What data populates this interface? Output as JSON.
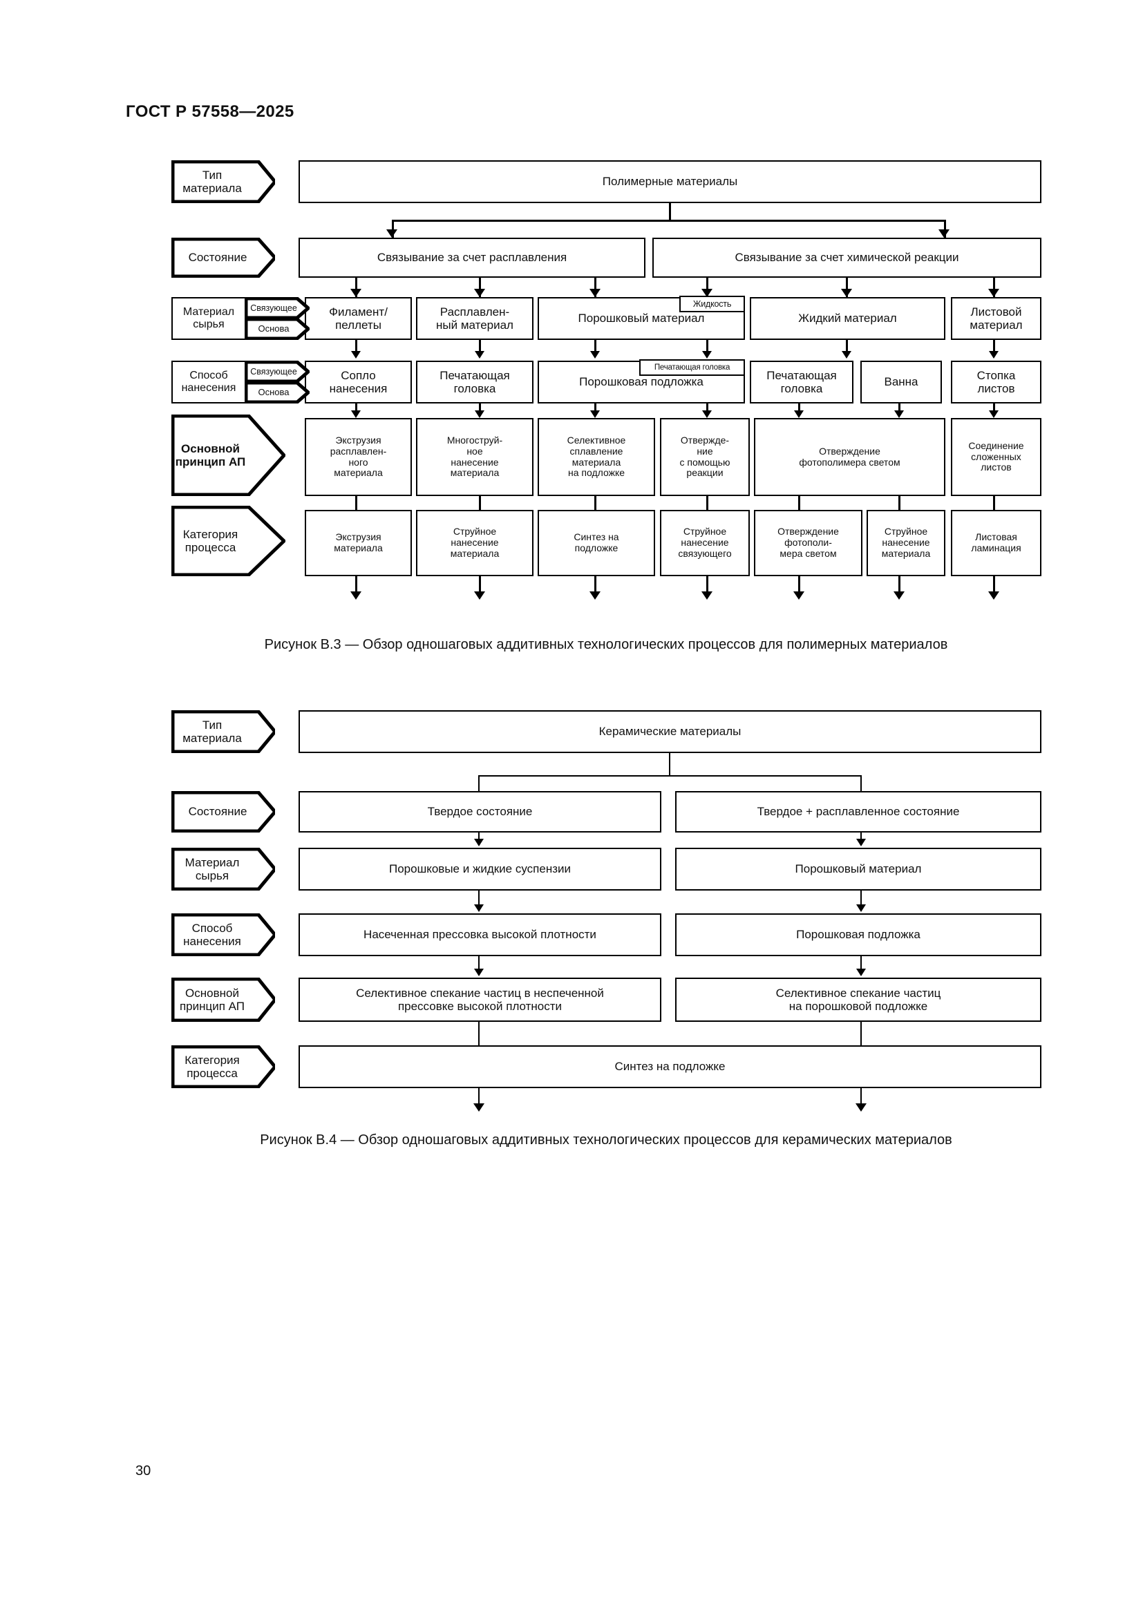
{
  "document": {
    "standard_header": "ГОСТ Р 57558—2025",
    "page_number": "30"
  },
  "figures": [
    {
      "id": "B.3",
      "caption": "Рисунок В.3 — Обзор одношаговых аддитивных технологических процессов для полимерных материалов",
      "row_labels": [
        {
          "key": "type",
          "label": "Тип\nматериала",
          "line1": "Тип",
          "line2": "материала"
        },
        {
          "key": "state",
          "label": "Состояние",
          "line1": "Состояние",
          "line2": ""
        },
        {
          "key": "feedstock",
          "label": "Материал\nсырья",
          "line1": "Материал",
          "line2": "сырья",
          "sub": [
            {
              "label": "Связующее"
            },
            {
              "label": "Основа"
            }
          ]
        },
        {
          "key": "deposition",
          "label": "Способ\nнанесения",
          "line1": "Способ",
          "line2": "нанесения",
          "sub": [
            {
              "label": "Связующее"
            },
            {
              "label": "Основа"
            }
          ]
        },
        {
          "key": "principle",
          "label": "Основной\nпринцип АП",
          "line1": "Основной",
          "line2": "принцип АП"
        },
        {
          "key": "category",
          "label": "Категория\nпроцесса",
          "line1": "Категория",
          "line2": "процесса"
        }
      ],
      "material_type": "Полимерные материалы",
      "states": [
        "Связывание за счет расплавления",
        "Связывание за счет химической реакции"
      ],
      "feedstock": [
        "Филамент/\nпеллеты",
        "Расплавлен-\nный материал",
        "Порошковый материал",
        "Жидкий материал",
        "Листовой\nматериал"
      ],
      "feedstock_overlay": "Жидкость",
      "deposition": [
        "Сопло\nнанесения",
        "Печатающая\nголовка",
        "Порошковая подложка",
        "Печатающая\nголовка",
        "Ванна",
        "Стопка\nлистов"
      ],
      "deposition_overlay": "Печатающая головка",
      "principles": [
        "Экструзия\nрасплавлен-\nного\nматериала",
        "Многоструй-\nное\nнанесение\nматериала",
        "Селективное\nсплавление\nматериала\nна подложке",
        "Отвержде-\nние\nс помощью\nреакции",
        "Отверждение\nфотополимера светом",
        "Соединение\nсложенных\nлистов"
      ],
      "categories": [
        "Экструзия\nматериала",
        "Струйное\nнанесение\nматериала",
        "Синтез на\nподложке",
        "Струйное\nнанесение\nсвязующего",
        "Отверждение\nфотополи-\nмера светом",
        "Струйное\nнанесение\nматериала",
        "Листовая\nламинация"
      ]
    },
    {
      "id": "B.4",
      "caption": "Рисунок В.4 — Обзор одношаговых аддитивных технологических процессов для керамических материалов",
      "row_labels": [
        {
          "key": "type",
          "line1": "Тип",
          "line2": "материала"
        },
        {
          "key": "state",
          "line1": "Состояние",
          "line2": ""
        },
        {
          "key": "feedstock",
          "line1": "Материал",
          "line2": "сырья"
        },
        {
          "key": "deposition",
          "line1": "Способ",
          "line2": "нанесения"
        },
        {
          "key": "principle",
          "line1": "Основной",
          "line2": "принцип АП"
        },
        {
          "key": "category",
          "line1": "Категория",
          "line2": "процесса"
        }
      ],
      "material_type": "Керамические материалы",
      "states": [
        "Твердое состояние",
        "Твердое + расплавленное состояние"
      ],
      "feedstock": [
        "Порошковые и жидкие суспензии",
        "Порошковый материал"
      ],
      "deposition": [
        "Насеченная прессовка высокой плотности",
        "Порошковая подложка"
      ],
      "principles": [
        "Селективное спекание частиц в неспеченной\nпрессовке высокой плотности",
        "Селективное спекание частиц\nна порошковой подложке"
      ],
      "category": "Синтез на подложке"
    }
  ]
}
